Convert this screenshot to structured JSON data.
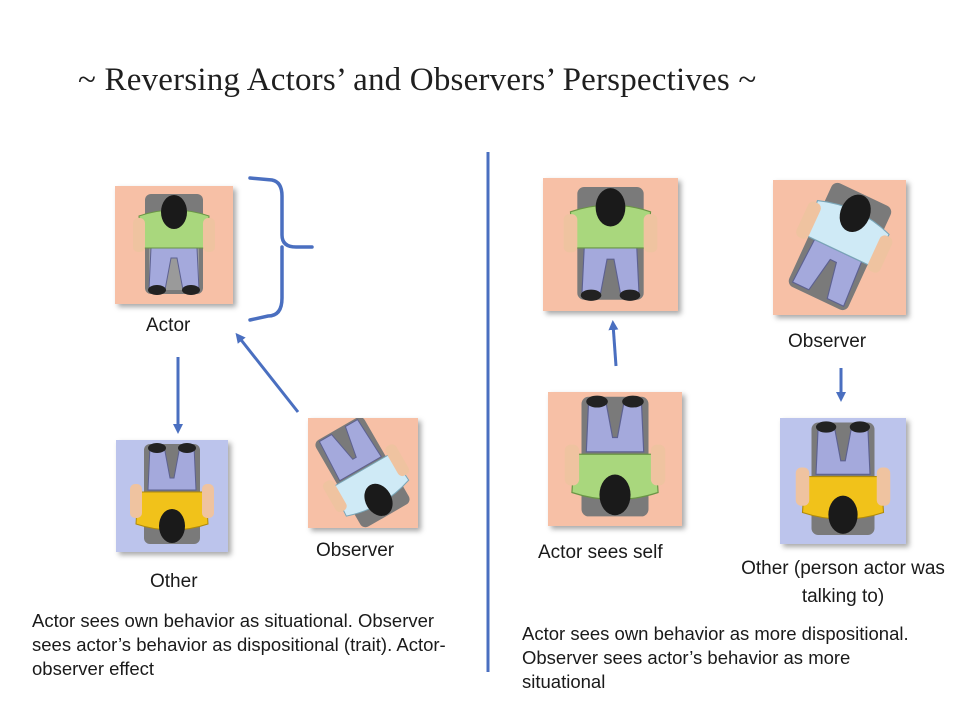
{
  "title": "~ Reversing Actors’ and Observers’ Perspectives ~",
  "left": {
    "actor_label": "Actor",
    "other_label": "Other",
    "observer_label": "Observer",
    "caption": "Actor sees own behavior as situational. Observer sees actor’s behavior as dispositional (trait).  Actor-observer effect"
  },
  "right": {
    "actor_sees_self_label": "Actor sees self",
    "observer_label": "Observer",
    "other_label": "Other (person actor was talking to)",
    "caption": "Actor sees own behavior as more dispositional.  Observer sees actor’s behavior as more situational"
  },
  "colors": {
    "peach_tile": "#f7c0a6",
    "blue_tile": "#bcc4ec",
    "green_shirt": "#a9d77d",
    "yellow_shirt": "#f1c21a",
    "lightblue_shirt": "#cfeaf6",
    "pants": "#a4a9dc",
    "arrow_blue": "#4a6fc0"
  }
}
